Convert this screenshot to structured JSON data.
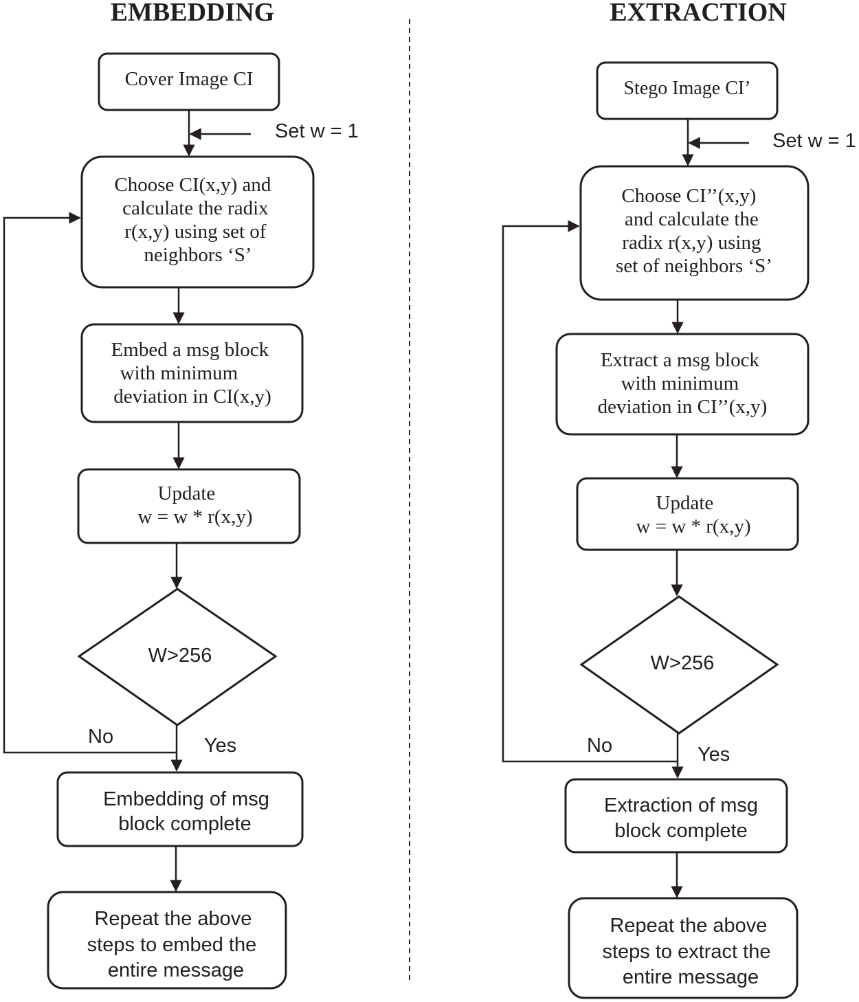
{
  "headings": {
    "embedding": "EMBEDDING",
    "extraction": "EXTRACTION"
  },
  "embedding": {
    "start": "Cover Image CI",
    "set_w": "Set w = 1",
    "choose": [
      "Choose CI(x,y) and",
      "calculate the radix",
      "r(x,y) using set of",
      "neighbors ‘S’"
    ],
    "embed": [
      "Embed a msg block",
      "with minimum",
      "deviation in CI(x,y)"
    ],
    "update": [
      "Update",
      "w = w * r(x,y)"
    ],
    "decision": "W>256",
    "no": "No",
    "yes": "Yes",
    "complete": [
      "Embedding of msg",
      "block complete"
    ],
    "repeat": [
      "Repeat the above",
      "steps to embed the",
      "entire  message"
    ]
  },
  "extraction": {
    "start": "Stego Image CI’",
    "set_w": "Set w = 1",
    "choose": [
      "Choose CI’’(x,y)",
      "and calculate the",
      "radix r(x,y) using",
      "set of neighbors ‘S’"
    ],
    "extract": [
      "Extract a msg block",
      "with minimum",
      "deviation in CI’’(x,y)"
    ],
    "update": [
      "Update",
      "w = w * r(x,y)"
    ],
    "decision": "W>256",
    "no": "No",
    "yes": "Yes",
    "complete": [
      "Extraction of msg",
      "block complete"
    ],
    "repeat": [
      "Repeat the above",
      "steps to extract the",
      "entire message"
    ]
  }
}
